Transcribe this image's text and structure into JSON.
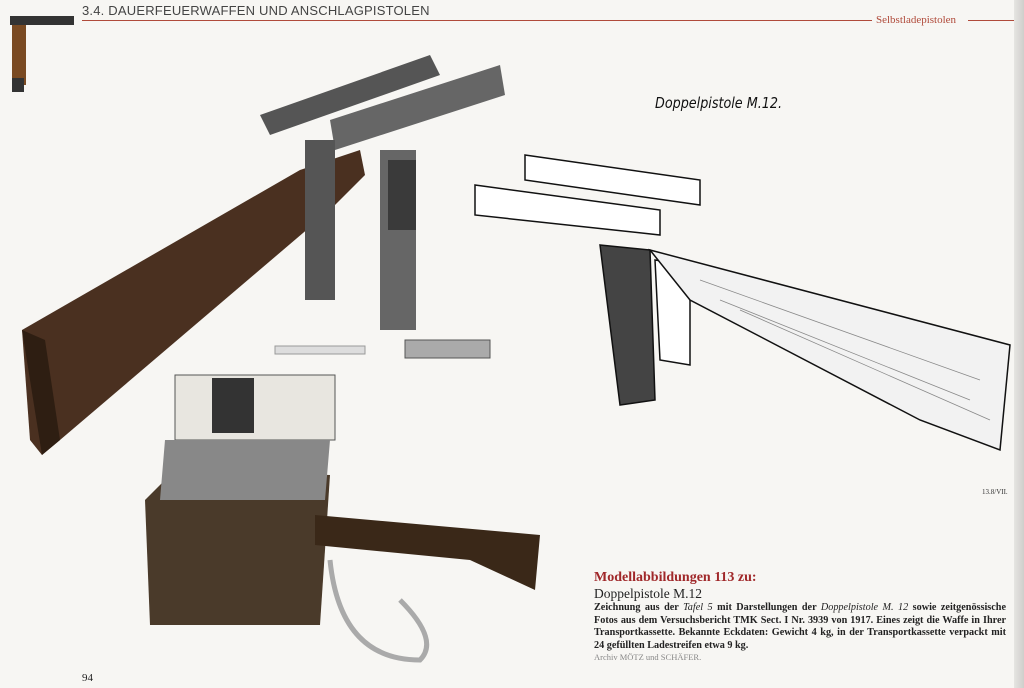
{
  "header": {
    "chapter_title": "3.4. DAUERFEUERWAFFEN UND ANSCHLAGPISTOLEN",
    "section_label": "Selbstladepistolen"
  },
  "figure": {
    "drawing_title": "Doppelpistole M.12.",
    "plate_ref": "13.8/VII."
  },
  "caption": {
    "heading": "Modellabbildungen 113 zu:",
    "subheading": "Doppelpistole M.12",
    "body_1": "Zeichnung aus der ",
    "body_italic_1": "Tafel 5",
    "body_2": " mit Darstellungen der ",
    "body_italic_2": "Doppelpistole M. 12",
    "body_3": " sowie zeitgenössische Fotos aus dem Versuchsbericht TMK Sect. I Nr. 3939 von 1917. Eines zeigt die Waffe in Ihrer Transportkassette. Bekannte Eckdaten: Gewicht 4 kg, in der Transportkassette verpackt mit 24 gefüllten Ladestreifen etwa 9 kg.",
    "credit": "Archiv MÖTZ und SCHÄFER."
  },
  "page_number": "94"
}
